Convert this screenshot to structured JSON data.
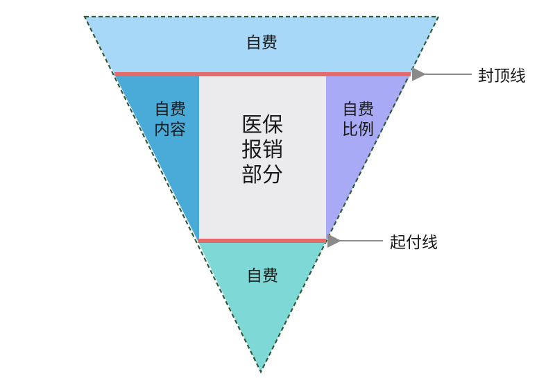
{
  "diagram": {
    "top_band_label": "自费",
    "left_band_label_line1": "自费",
    "left_band_label_line2": "内容",
    "center_label_line1": "医保",
    "center_label_line2": "报销",
    "center_label_line3": "部分",
    "right_band_label_line1": "自费",
    "right_band_label_line2": "比例",
    "bottom_band_label": "自费",
    "cap_line_label": "封顶线",
    "deductible_line_label": "起付线"
  },
  "colors": {
    "top_band": "#a8d8f8",
    "left_band": "#4aaad8",
    "center_band": "#ebebed",
    "right_band": "#a9aaf6",
    "bottom_band": "#7dd8d6",
    "threshold_line": "#e46a6c",
    "outline": "#2f5a3a",
    "arrow": "#8a8a8a"
  }
}
